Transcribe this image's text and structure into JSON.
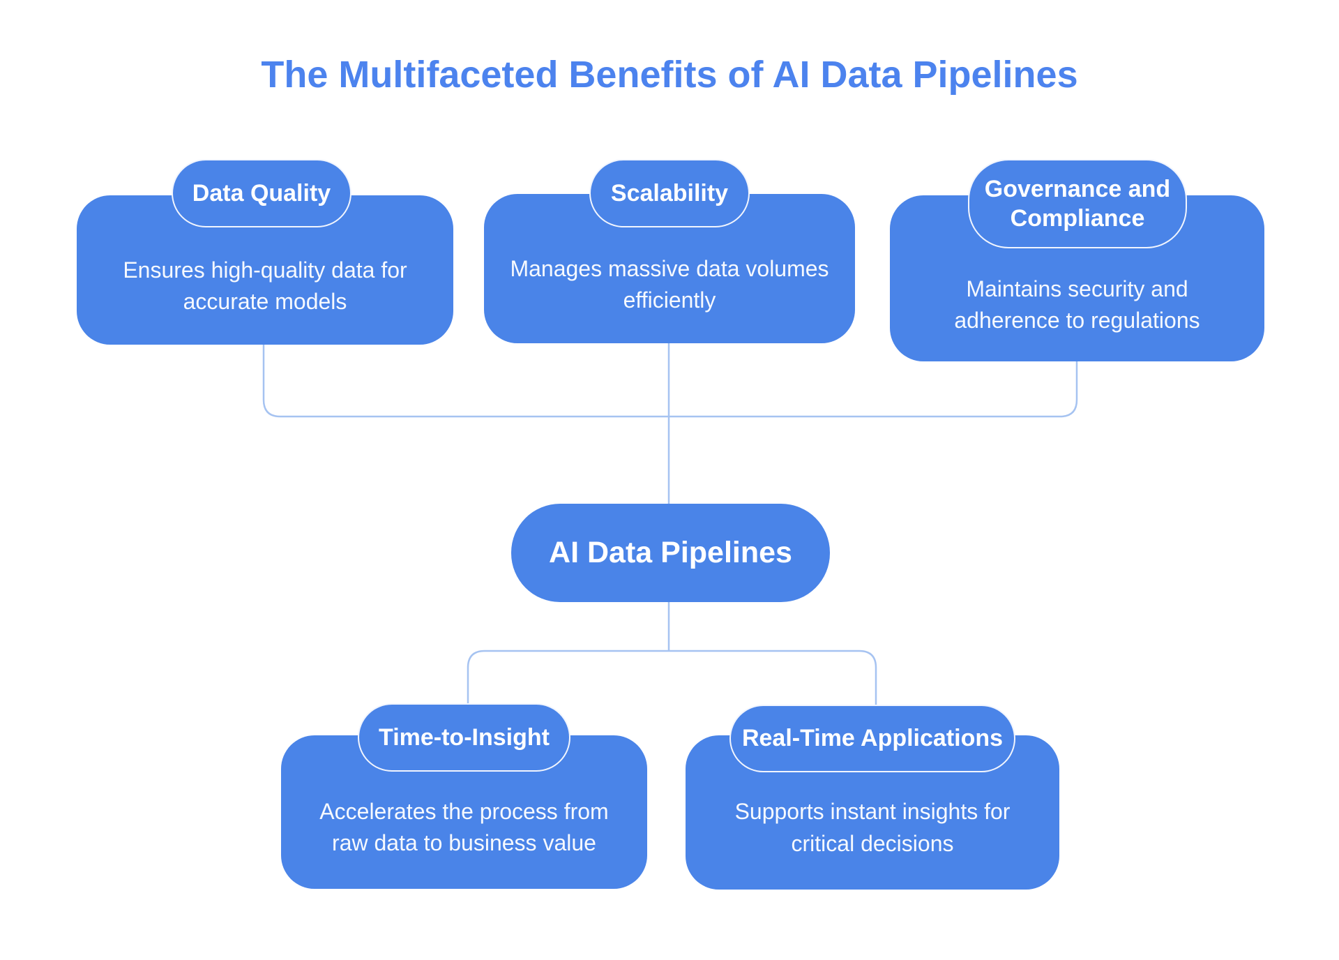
{
  "title": "The Multifaceted Benefits of AI Data Pipelines",
  "center_node": {
    "label": "AI Data Pipelines"
  },
  "top_nodes": [
    {
      "label": "Data Quality",
      "description": "Ensures high-quality data for accurate models"
    },
    {
      "label": "Scalability",
      "description": "Manages massive data volumes efficiently"
    },
    {
      "label": "Governance and Compliance",
      "description": "Maintains security and adherence to regulations"
    }
  ],
  "bottom_nodes": [
    {
      "label": "Time-to-Insight",
      "description": "Accelerates the process from raw data to business value"
    },
    {
      "label": "Real-Time Applications",
      "description": "Supports instant insights for critical decisions"
    }
  ],
  "colors": {
    "node_fill": "#4a84e8",
    "title_text": "#4c83ee",
    "connector_line": "#a6c3f1",
    "node_text": "#ffffff",
    "badge_border": "#f0f5fe"
  }
}
